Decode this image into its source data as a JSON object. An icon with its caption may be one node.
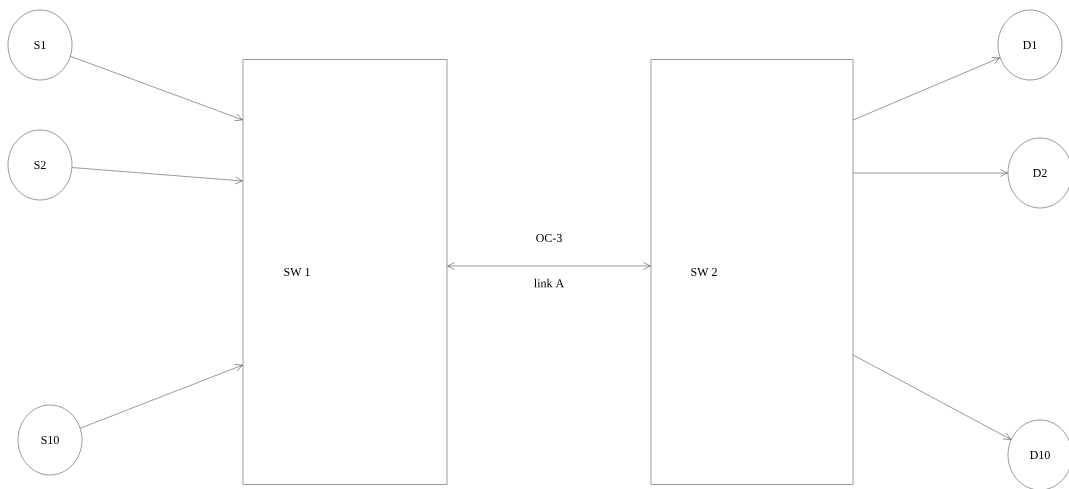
{
  "diagram": {
    "nodes": [
      {
        "text": [
          "S1"
        ]
      },
      {
        "text": [
          "S2"
        ]
      },
      {
        "text": [
          "S10"
        ]
      },
      {
        "text": [
          "SW 1"
        ]
      },
      {
        "text": [
          "SW 2"
        ]
      },
      {
        "text": [
          "D1"
        ]
      },
      {
        "text": [
          "D2"
        ]
      },
      {
        "text": [
          "D10"
        ]
      }
    ],
    "edges": [
      {
        "from": 0,
        "to": 3,
        "arrow": "to"
      },
      {
        "from": 1,
        "to": 3,
        "arrow": "to"
      },
      {
        "from": 2,
        "to": 3,
        "arrow": "to"
      },
      {
        "from": 3,
        "to": 4,
        "arrow": "both",
        "label": "OC-3"
      },
      {
        "from": 4,
        "to": 5,
        "arrow": "to"
      },
      {
        "from": 4,
        "to": 6,
        "arrow": "to"
      },
      {
        "from": 4,
        "to": 7,
        "arrow": "to"
      }
    ],
    "labels": [
      "link A"
    ]
  }
}
